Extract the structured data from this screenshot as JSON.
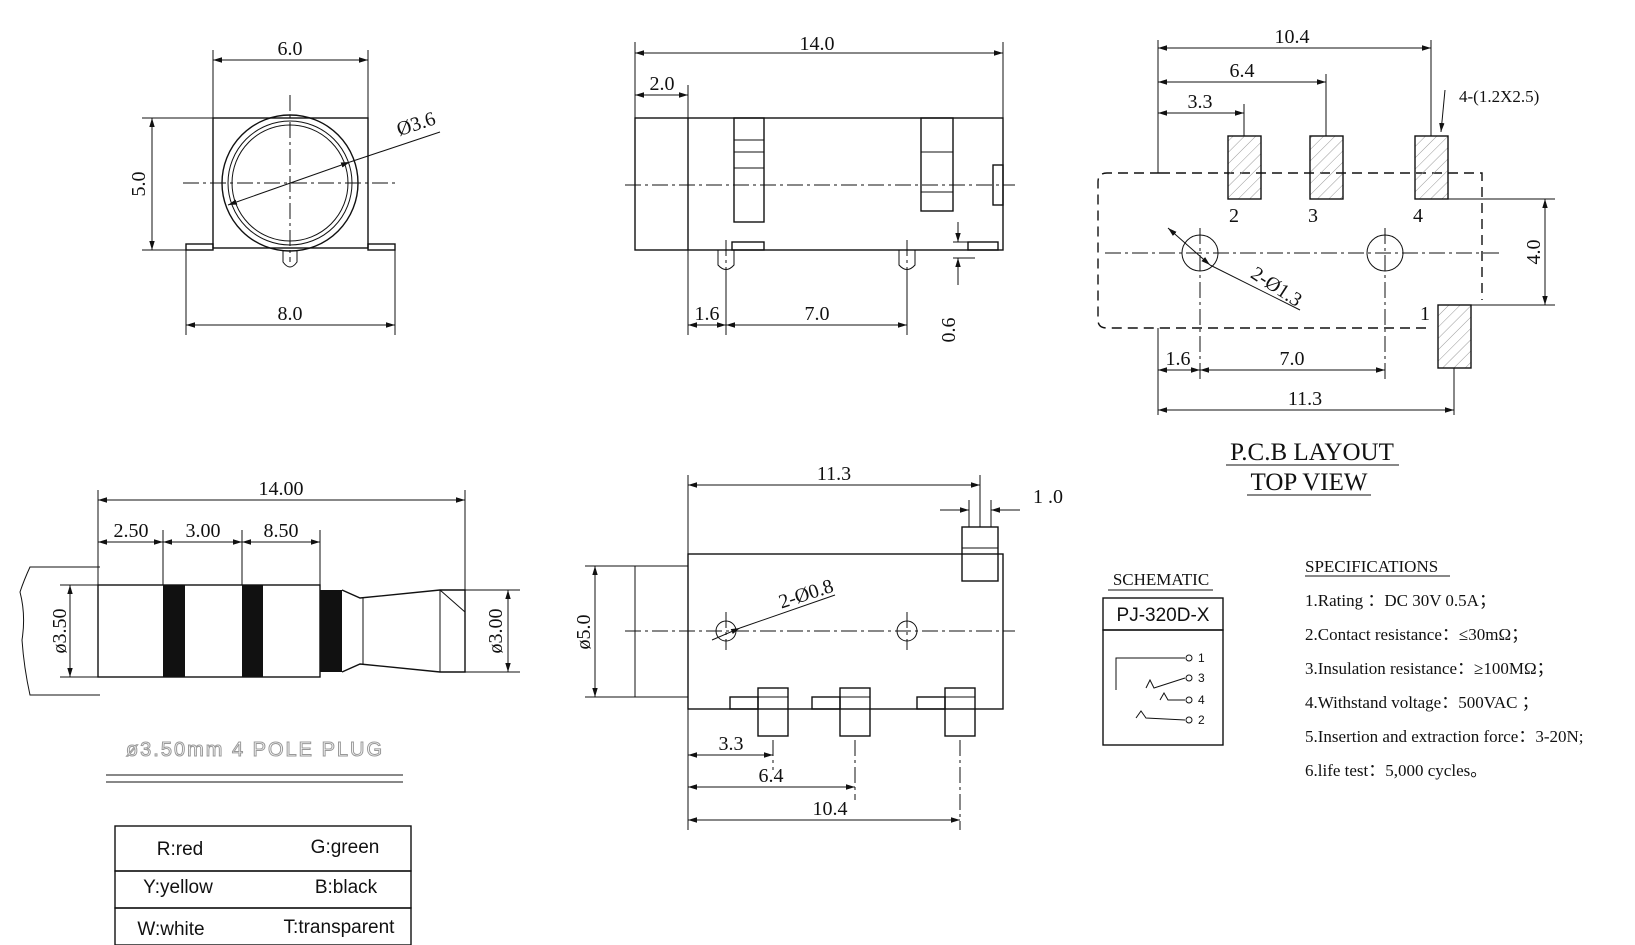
{
  "dims": {
    "front_w": "6.0",
    "front_h": "5.0",
    "front_dia": "Ø3.6",
    "front_base": "8.0",
    "side_total": "14.0",
    "side_left": "2.0",
    "side_p1": "1.6",
    "side_p2": "7.0",
    "side_h": "0.6",
    "pcb_total": "10.4",
    "pcb_64": "6.4",
    "pcb_33": "3.3",
    "pcb_pads": "4-(1.2X2.5)",
    "pcb_h": "4.0",
    "pcb_hole": "2-Ø1.3",
    "pcb_16": "1.6",
    "pcb_70": "7.0",
    "pcb_113": "11.3",
    "plug_total": "14.00",
    "plug_a": "2.50",
    "plug_b": "3.00",
    "plug_c": "8.50",
    "plug_d1": "ø3.50",
    "plug_d2": "ø3.00",
    "bot_total": "11.3",
    "bot_10": "1 .0",
    "bot_dia": "ø5.0",
    "bot_hole": "2-Ø0.8",
    "bot_33": "3.3",
    "bot_64": "6.4",
    "bot_104": "10.4"
  },
  "pins": {
    "p1": "1",
    "p2": "2",
    "p3": "3",
    "p4": "4"
  },
  "pcb_title": "P.C.B LAYOUT",
  "pcb_subtitle": "TOP VIEW",
  "plug_title": "ø3.50mm 4 POLE PLUG",
  "colors_table": [
    [
      "R:red",
      "G:green"
    ],
    [
      "Y:yellow",
      "B:black"
    ],
    [
      "W:white",
      "T:transparent"
    ]
  ],
  "schematic": {
    "title": "SCHEMATIC",
    "part": "PJ-320D-X",
    "pins": [
      "1",
      "3",
      "4",
      "2"
    ]
  },
  "specs": {
    "title": "SPECIFICATIONS",
    "items": [
      "1.Rating  ：DC 30V 0.5A；",
      "2.Contact resistance：≤30mΩ；",
      "3.Insulation resistance：≥100MΩ；",
      "4.Withstand voltage：500VAC  ；",
      "5.Insertion and extraction force：3-20N;",
      "6.life test：5,000 cycles。"
    ]
  }
}
